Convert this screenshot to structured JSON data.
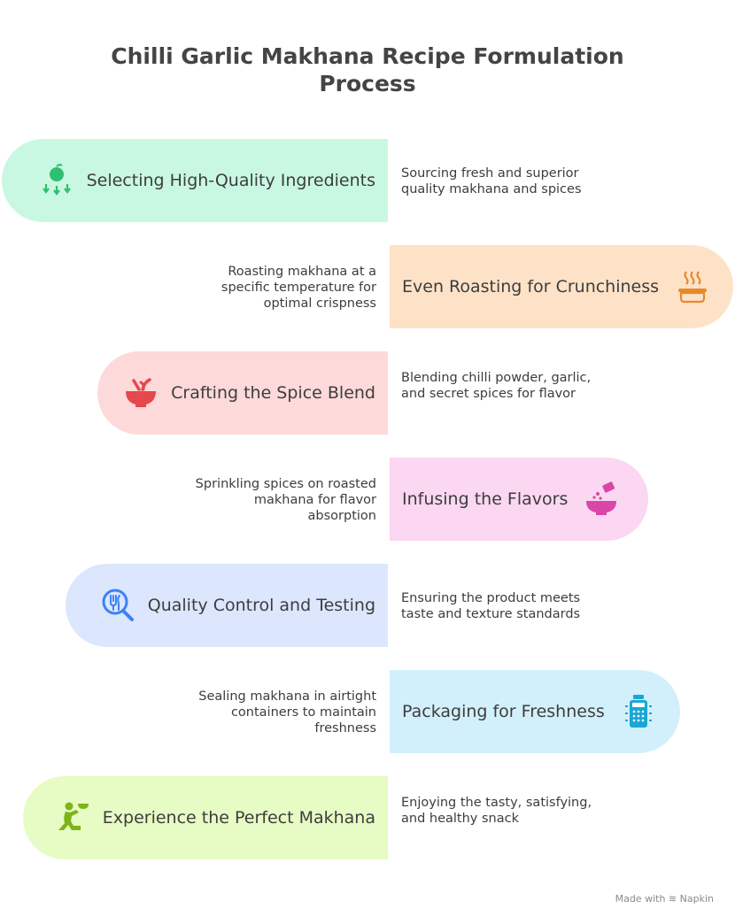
{
  "title_line1": "Chilli Garlic Makhana Recipe Formulation",
  "title_line2": "Process",
  "steps": [
    {
      "label": "Selecting High-Quality Ingredients",
      "description": "Sourcing fresh and superior quality makhana and spices",
      "color": "#c9f8e2",
      "icon": "fruit-arrows-icon",
      "side": "left"
    },
    {
      "label": "Even Roasting for Crunchiness",
      "description": "Roasting makhana at a specific temperature for optimal crispness",
      "color": "#fde2c8",
      "icon": "steaming-pot-icon",
      "side": "right"
    },
    {
      "label": "Crafting the Spice Blend",
      "description": "Blending chilli powder, garlic, and secret spices for flavor",
      "color": "#fdd9d9",
      "icon": "spice-bowl-icon",
      "side": "left"
    },
    {
      "label": "Infusing the Flavors",
      "description": "Sprinkling spices on roasted makhana for flavor absorption",
      "color": "#fbd7f1",
      "icon": "sprinkle-bowl-icon",
      "side": "right"
    },
    {
      "label": "Quality Control and Testing",
      "description": "Ensuring the product meets taste and texture standards",
      "color": "#dce6fd",
      "icon": "magnifier-fork-icon",
      "side": "left"
    },
    {
      "label": "Packaging for Freshness",
      "description": "Sealing makhana in airtight containers to maintain freshness",
      "color": "#d2f0fb",
      "icon": "container-icon",
      "side": "right"
    },
    {
      "label": "Experience the Perfect Makhana",
      "description": "Enjoying the tasty, satisfying, and healthy snack",
      "color": "#e7fbc4",
      "icon": "person-eating-icon",
      "side": "left"
    }
  ],
  "icon_colors": [
    "#2fbf71",
    "#e8892b",
    "#e5484d",
    "#d946a8",
    "#3b82f6",
    "#1aa7d6",
    "#7cb518"
  ],
  "footer": {
    "made_with": "Made with",
    "brand": "Napkin"
  }
}
